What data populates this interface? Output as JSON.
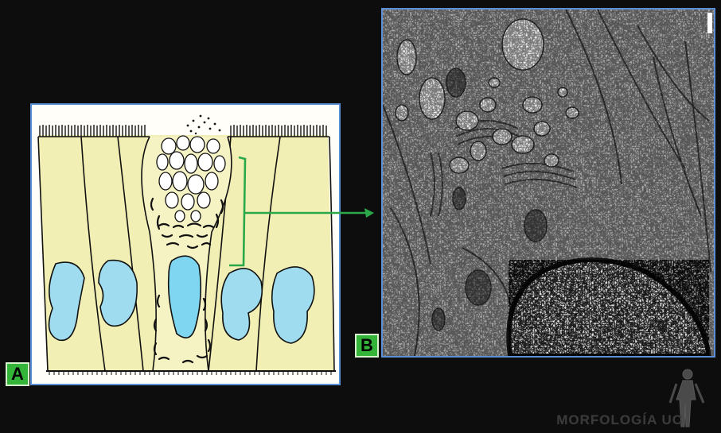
{
  "panels": {
    "a": {
      "label": "A"
    },
    "b": {
      "label": "B"
    }
  },
  "watermark": {
    "text": "MORFOLOGÍA UC"
  },
  "colors": {
    "background": "#0d0d0d",
    "panel_border": "#5b8fd6",
    "cell_fill": "#f2efb5",
    "nucleus_fill": "#9fdcf0",
    "goblet_nucleus_fill": "#7fd6f0",
    "connector": "#2aa84a",
    "tag_fill": "#34b53a"
  }
}
